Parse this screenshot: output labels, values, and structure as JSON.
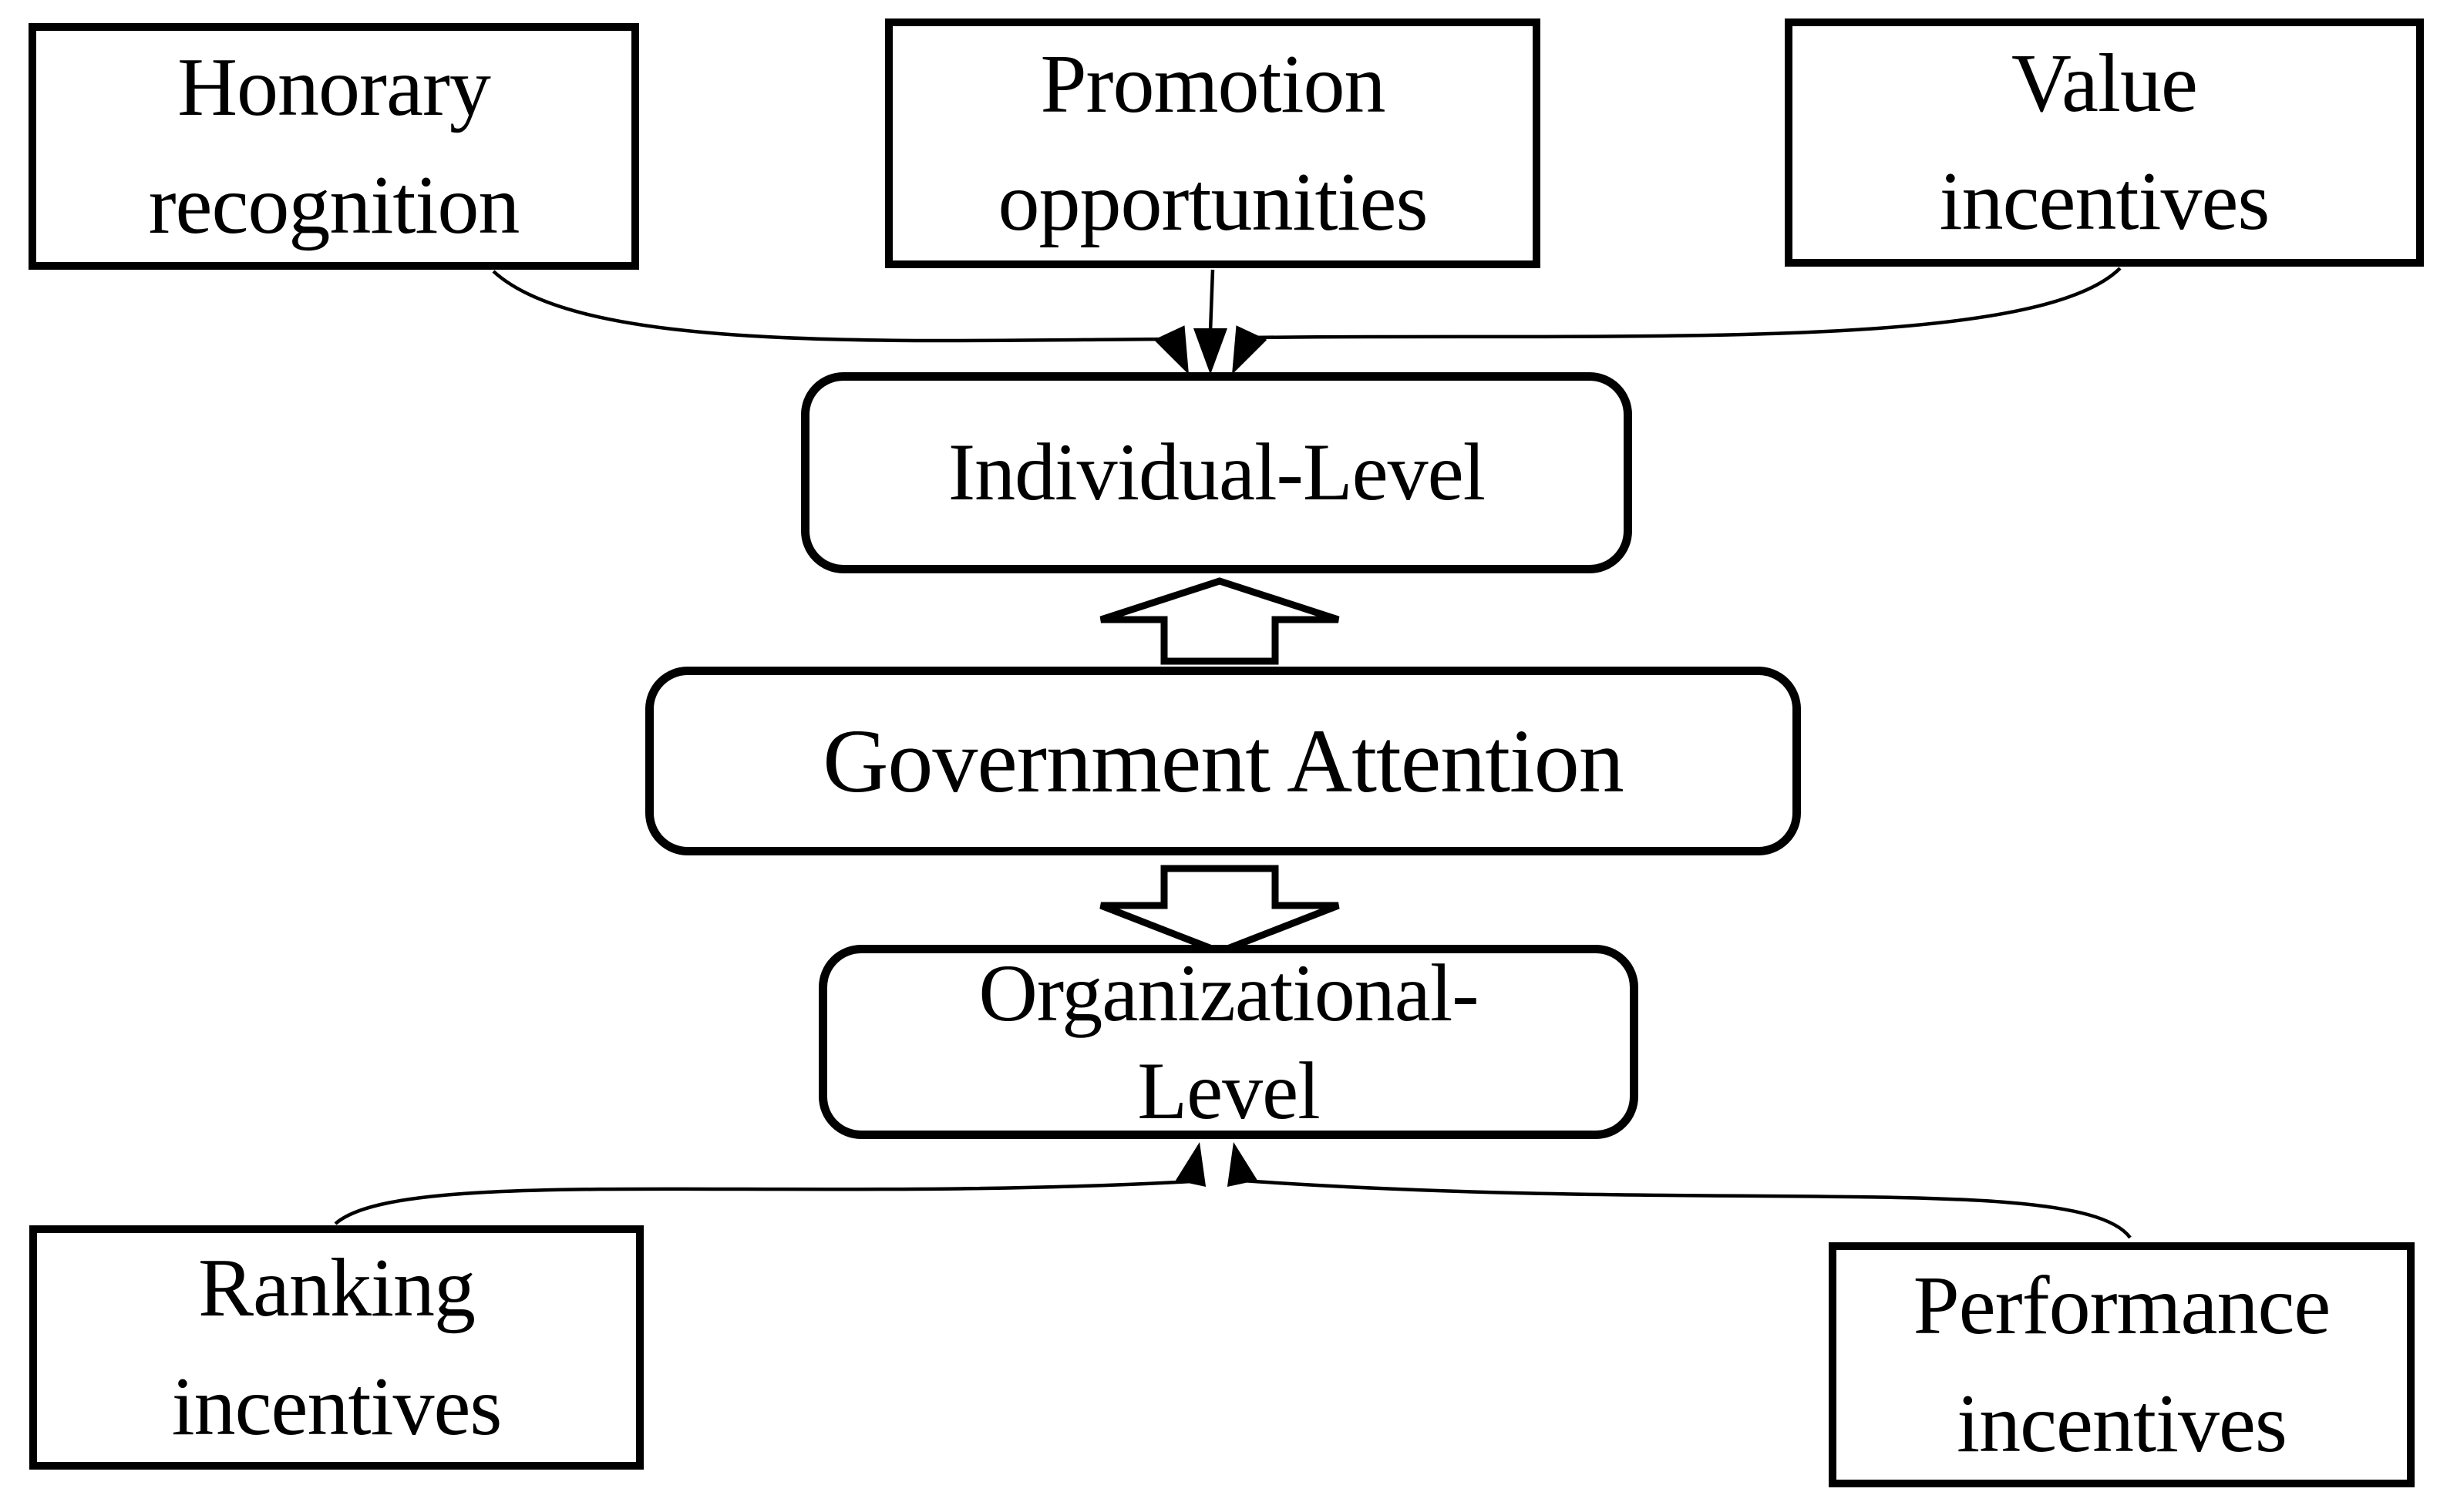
{
  "figure": {
    "background_color": "#ffffff",
    "line_color": "#000000",
    "text_color": "#000000",
    "nodes": {
      "honorary": {
        "label": "Honorary\nrecognition",
        "shape": "rectangle"
      },
      "promotion": {
        "label": "Promotion\nopportunities",
        "shape": "rectangle"
      },
      "value": {
        "label": "Value\nincentives",
        "shape": "rectangle"
      },
      "individual": {
        "label": "Individual-Level",
        "shape": "rounded-rectangle"
      },
      "government": {
        "label": "Government Attention",
        "shape": "rounded-rectangle"
      },
      "organizational": {
        "label": "Organizational-\nLevel",
        "shape": "rounded-rectangle"
      },
      "ranking": {
        "label": "Ranking\nincentives",
        "shape": "rectangle"
      },
      "performance": {
        "label": "Performance\nincentives",
        "shape": "rectangle"
      }
    },
    "edges": [
      {
        "from": "honorary",
        "to": "individual",
        "type": "thin-curved-arrow",
        "arrowhead": "solid-black"
      },
      {
        "from": "promotion",
        "to": "individual",
        "type": "thin-straight-arrow",
        "arrowhead": "solid-black"
      },
      {
        "from": "value",
        "to": "individual",
        "type": "thin-curved-arrow",
        "arrowhead": "solid-black"
      },
      {
        "from": "government",
        "to": "individual",
        "type": "hollow-block-arrow-up"
      },
      {
        "from": "government",
        "to": "organizational",
        "type": "hollow-block-arrow-down"
      },
      {
        "from": "ranking",
        "to": "organizational",
        "type": "thin-curved-arrow",
        "arrowhead": "solid-black"
      },
      {
        "from": "performance",
        "to": "organizational",
        "type": "thin-curved-arrow",
        "arrowhead": "solid-black"
      }
    ]
  }
}
